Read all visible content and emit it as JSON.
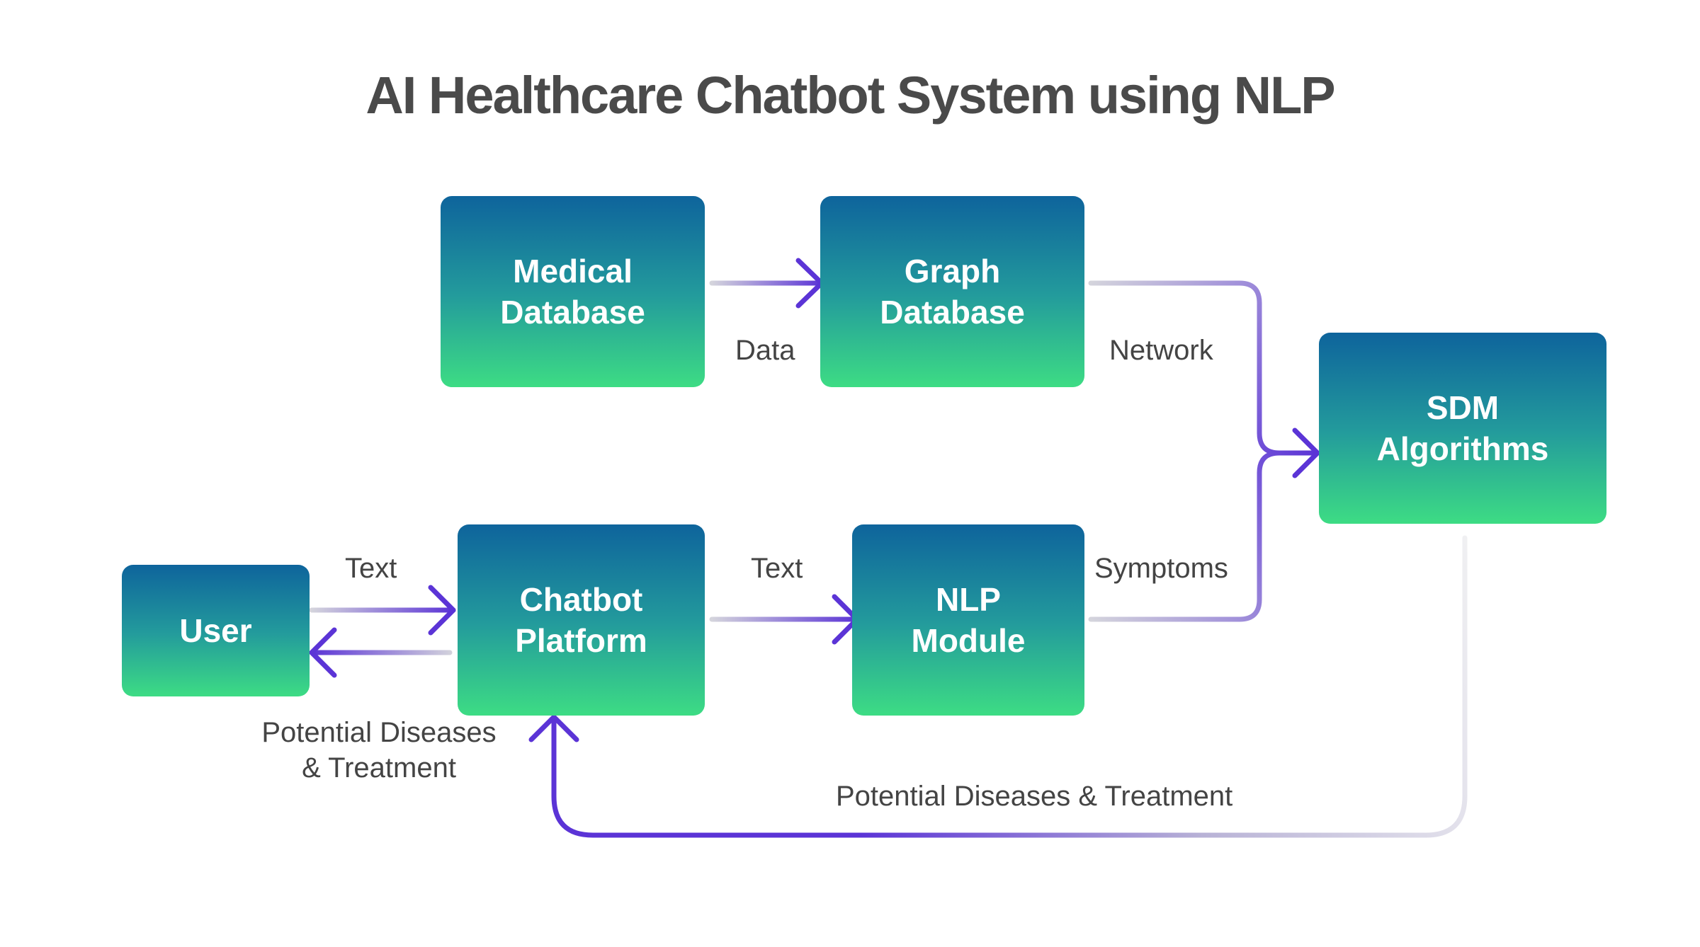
{
  "title": "AI Healthcare Chatbot System using NLP",
  "nodes": {
    "medical_database": {
      "line1": "Medical",
      "line2": "Database"
    },
    "graph_database": {
      "line1": "Graph",
      "line2": "Database"
    },
    "sdm_algorithms": {
      "line1": "SDM",
      "line2": "Algorithms"
    },
    "user": {
      "line1": "User"
    },
    "chatbot_platform": {
      "line1": "Chatbot",
      "line2": "Platform"
    },
    "nlp_module": {
      "line1": "NLP",
      "line2": "Module"
    }
  },
  "edges": {
    "medical_to_graph": "Data",
    "graph_to_sdm": "Network",
    "user_to_chatbot": "Text",
    "chatbot_to_user_line1": "Potential Diseases",
    "chatbot_to_user_line2": "& Treatment",
    "chatbot_to_nlp": "Text",
    "nlp_to_sdm": "Symptoms",
    "sdm_to_chatbot": "Potential Diseases & Treatment"
  },
  "colors": {
    "arrow": "#5b34d6",
    "arrow_faded": "#c8c8d0",
    "node_top": "#0e649c",
    "node_bottom": "#3ddc84",
    "title": "#4a4a4a"
  }
}
